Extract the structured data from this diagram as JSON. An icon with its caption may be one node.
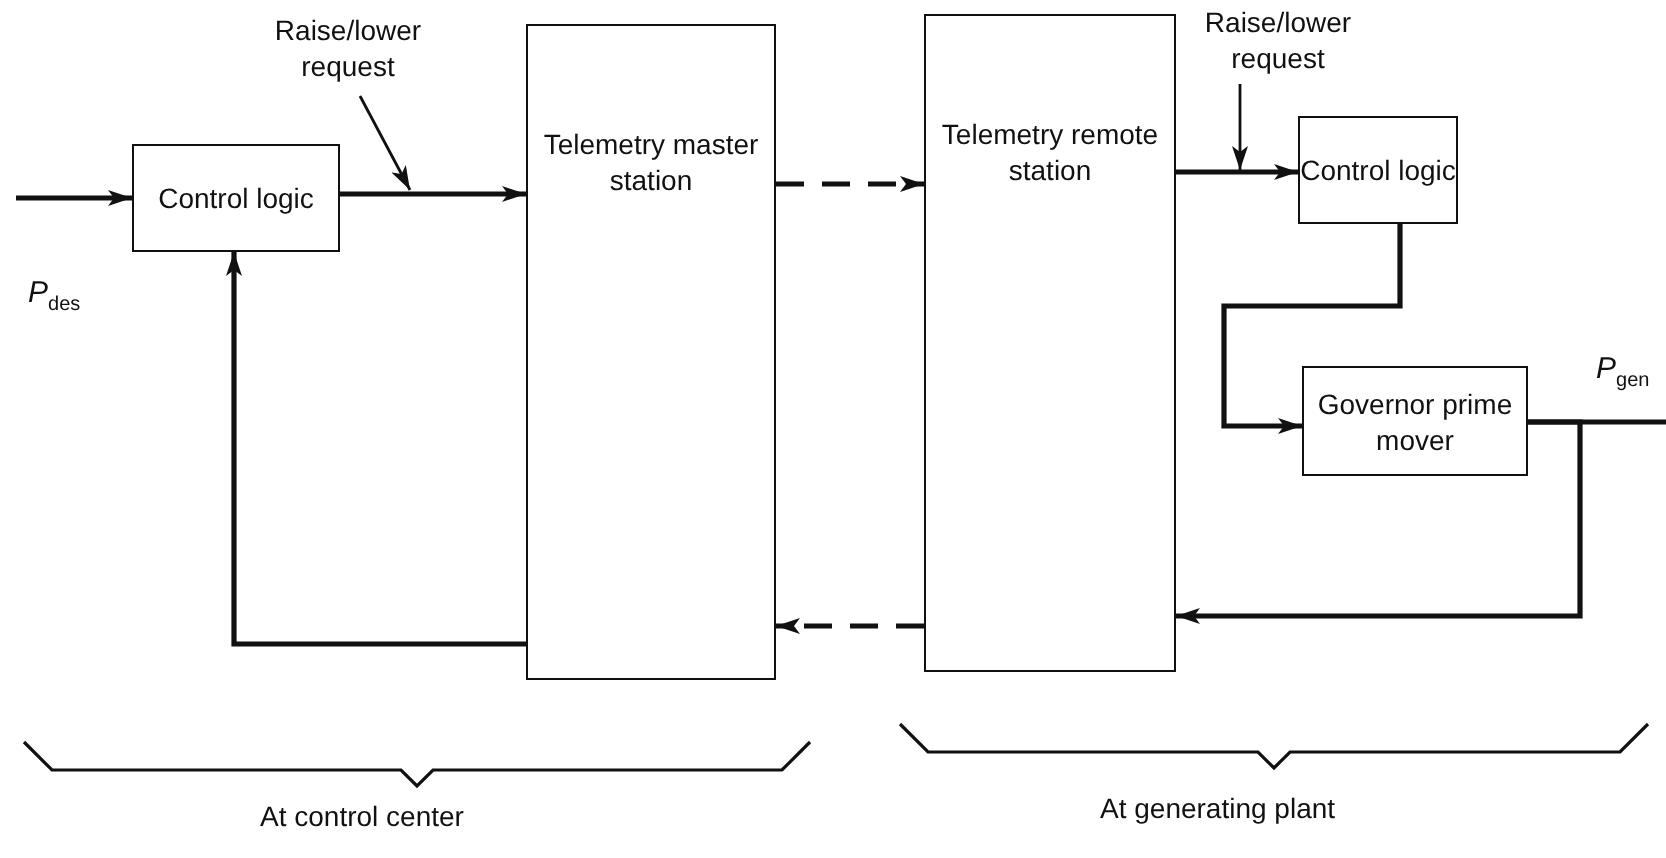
{
  "diagram": {
    "nodes": [
      {
        "text": [
          "Control logic"
        ]
      },
      {
        "text": [
          "Telemetry master station"
        ]
      },
      {
        "text": [
          "Telemetry remote station"
        ]
      },
      {
        "text": [
          "Control logic"
        ]
      },
      {
        "text": [
          "Governor prime mover"
        ]
      },
      {
        "text": [
          "Raise/lower request"
        ]
      },
      {
        "text": [
          "Raise/lower request"
        ]
      }
    ],
    "edges": [
      {
        "from": null,
        "to": 0,
        "arrow": "to"
      },
      {
        "from": 0,
        "to": 1,
        "arrow": "to"
      },
      {
        "from": 1,
        "to": 2,
        "arrow": "to",
        "style": "dashed"
      },
      {
        "from": 2,
        "to": 3,
        "arrow": "to"
      },
      {
        "from": 3,
        "to": 4,
        "arrow": "to"
      },
      {
        "from": 4,
        "to": null,
        "arrow": "none"
      },
      {
        "from": 4,
        "to": 2,
        "arrow": "to"
      },
      {
        "from": 2,
        "to": 1,
        "arrow": "to",
        "style": "dashed"
      },
      {
        "from": 1,
        "to": 0,
        "arrow": "to"
      },
      {
        "from": 5,
        "to": null,
        "arrow": "to"
      },
      {
        "from": 6,
        "to": null,
        "arrow": "to"
      }
    ],
    "labels": [
      "*P*$_{des}$",
      "*P*$_{gen}$",
      "At control center",
      "At generating plant"
    ]
  }
}
